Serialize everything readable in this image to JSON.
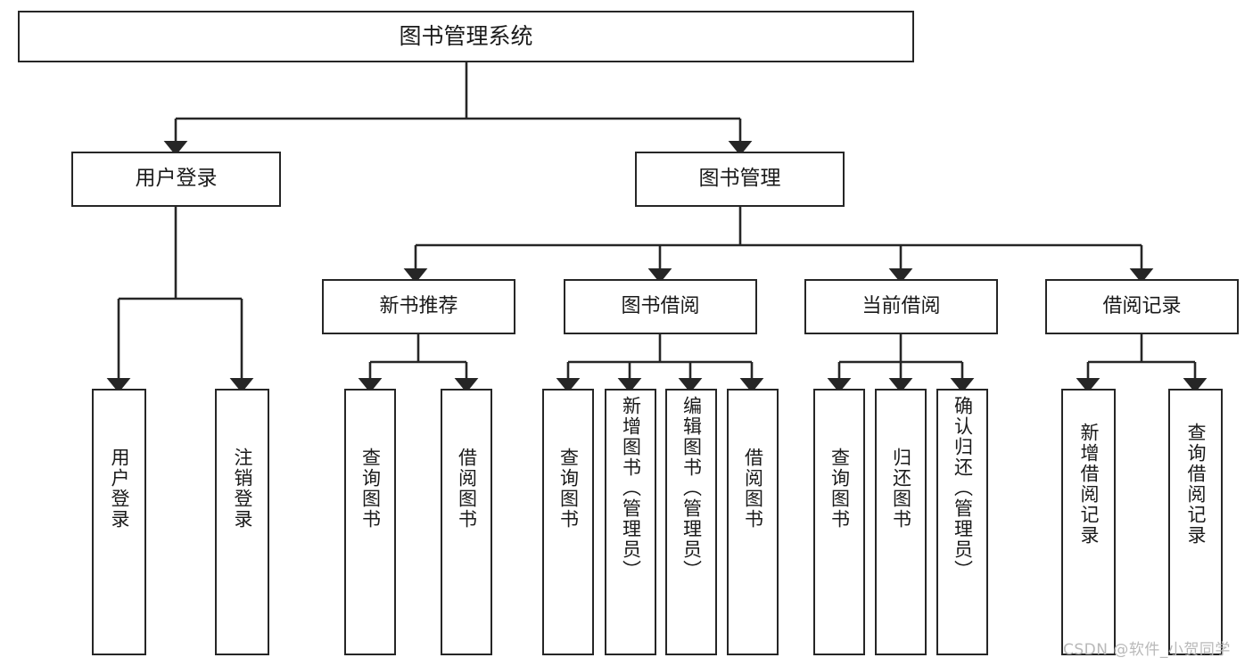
{
  "diagram": {
    "title_box": {
      "label": "图书管理系统"
    },
    "level2": [
      {
        "id": "user-login",
        "label": "用户登录"
      },
      {
        "id": "book-management",
        "label": "图书管理"
      }
    ],
    "level3": [
      {
        "id": "new-book-recommend",
        "label": "新书推荐"
      },
      {
        "id": "book-borrow",
        "label": "图书借阅"
      },
      {
        "id": "current-borrow",
        "label": "当前借阅"
      },
      {
        "id": "borrow-record",
        "label": "借阅记录"
      }
    ],
    "leaves": {
      "user_login": [
        {
          "id": "leaf-user-login",
          "label": "用户登录"
        },
        {
          "id": "leaf-logout",
          "label": "注销登录"
        }
      ],
      "new_book_recommend": [
        {
          "id": "leaf-query-book-1",
          "label": "查询图书"
        },
        {
          "id": "leaf-borrow-book-1",
          "label": "借阅图书"
        }
      ],
      "book_borrow": [
        {
          "id": "leaf-query-book-2",
          "label": "查询图书"
        },
        {
          "id": "leaf-add-book",
          "label": "新增图书（管理员）"
        },
        {
          "id": "leaf-edit-book",
          "label": "编辑图书（管理员）"
        },
        {
          "id": "leaf-borrow-book-2",
          "label": "借阅图书"
        }
      ],
      "current_borrow": [
        {
          "id": "leaf-query-book-3",
          "label": "查询图书"
        },
        {
          "id": "leaf-return-book",
          "label": "归还图书"
        },
        {
          "id": "leaf-confirm-return",
          "label": "确认归还（管理员）"
        }
      ],
      "borrow_record": [
        {
          "id": "leaf-add-record",
          "label": "新增借阅记录"
        },
        {
          "id": "leaf-query-record",
          "label": "查询借阅记录"
        }
      ]
    }
  },
  "watermark": {
    "text": "CSDN @软件_小贺同学"
  },
  "colors": {
    "stroke": "#262626",
    "background": "#ffffff",
    "text": "#1a1a1a",
    "watermark": "#b9b9b9"
  }
}
